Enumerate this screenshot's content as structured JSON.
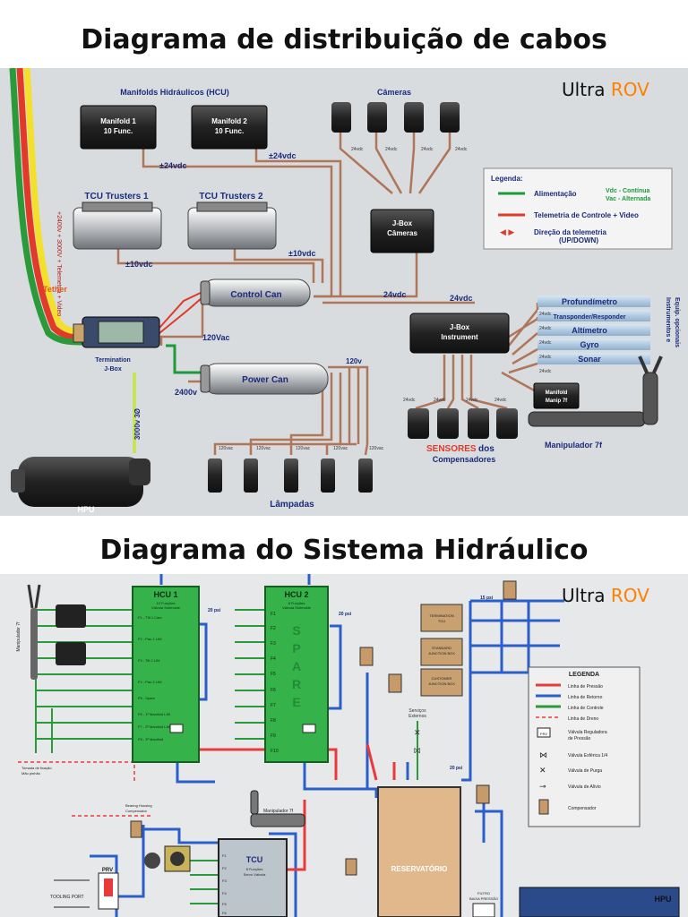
{
  "titles": {
    "cable": "Diagrama de distribuição de cabos",
    "hydraulic": "Diagrama do Sistema Hidráulico"
  },
  "brand": {
    "part1": "Ultra ",
    "part2": "ROV"
  },
  "cable": {
    "manifolds_label": "Manifolds Hidráulicos (HCU)",
    "manifold1": [
      "Manifold 1",
      "10 Func."
    ],
    "manifold2": [
      "Manifold 2",
      "10 Func."
    ],
    "cameras_label": "Câmeras",
    "tcu1": "TCU Trusters 1",
    "tcu2": "TCU Trusters 2",
    "jbox_cameras": [
      "J-Box",
      "Câmeras"
    ],
    "jbox_instrument": [
      "J-Box",
      "Instrument"
    ],
    "control_can": "Control Can",
    "power_can": "Power Can",
    "termination": [
      "Termination",
      "J-Box"
    ],
    "tether": "Tether",
    "tether_side": "+2400v + 3000V + Telemetria + Video",
    "hpu": "HPU",
    "lampadas": "Lâmpadas",
    "sensores": "SENSORES",
    "sensores_rest": " dos",
    "compensadores": "Compensadores",
    "manipulador": "Manipulador 7f",
    "manifold_manip": [
      "Manifold",
      "Manip 7f"
    ],
    "instr_side": [
      "Instrumentos e",
      "Equip. opcionais"
    ],
    "instruments": [
      "Profundímetro",
      "Transponder/Responder",
      "Altímetro",
      "Gyro",
      "Sonar"
    ],
    "v24a": "±24vdc",
    "v24b": "±24vdc",
    "v10a": "±10vdc",
    "v10b": "±10vdc",
    "v24c": "24vdc",
    "v24d": "24vdc",
    "v120": "120Vac",
    "v2400": "2400v",
    "v3000": "3000v 3Ø",
    "v120b": "120v",
    "lamp_v": [
      "120vac",
      "120vac",
      "120vac",
      "120vac",
      "120vac"
    ],
    "cam_v": [
      "24vdc",
      "24vdc",
      "24vdc",
      "24vdc"
    ],
    "sens_v": [
      "24vdc",
      "24vdc",
      "24vdc",
      "24vdc"
    ],
    "instr_v": [
      "24vdc",
      "24vdc",
      "24vdc",
      "24vdc",
      "24vdc"
    ],
    "legend": {
      "title": "Legenda:",
      "alim": "Alimentação",
      "alim_vdc": "Vdc - Contínua",
      "alim_vac": "Vac - Alternada",
      "telem": "Telemetria de Controle + Video",
      "dir": "Direção da telemetria",
      "dir2": "(UP/DOWN)"
    }
  },
  "hyd": {
    "hcu1": "HCU 1",
    "hcu1_sub": [
      "10 Funções",
      "Válvula Solenoide"
    ],
    "hcu2": "HCU 2",
    "hcu2_sub": [
      "8 Funções",
      "Válvula Solenoide"
    ],
    "spare": [
      "S",
      "P",
      "A",
      "R",
      "E"
    ],
    "hcu1_funcs": [
      "F1 - TIlt 1 Cam",
      "F2 - Pan 1 LIM",
      "F3 - Tilt 2 LIM",
      "F4 - Pan 2 LIM",
      "F5 - Spare",
      "F6 - 1º Manifold LIM",
      "F7 - 2º Manifold LIM",
      "F8 - 3º Manifold"
    ],
    "hcu2_funcs": [
      "F1",
      "F2",
      "F3",
      "F4",
      "F5",
      "F6",
      "F7",
      "F8",
      "F9",
      "F10"
    ],
    "psi1": "20 psi",
    "psi2": "20 psi",
    "psi3": "15 psi",
    "psi4": "20 psi",
    "boxes": [
      [
        "TERMINATION",
        "TCU"
      ],
      [
        "STANDARD",
        "JUNCTION BOX"
      ],
      [
        "CUSTOMER",
        "JUNCTION BOX"
      ]
    ],
    "servicos": [
      "Serviços",
      "Externos"
    ],
    "reservatorio": "RESERVATÓRIO",
    "tcu": "TCU",
    "tcu_sub": [
      "8 Funções",
      "Servo Válvula"
    ],
    "tcu_funcs": [
      "F1",
      "F2",
      "F3",
      "F4",
      "F5",
      "F6"
    ],
    "manip": "Manipulador 7f",
    "manip_side": "Manipulador 7f",
    "bearing": [
      "Bearing Housing",
      "Compensator"
    ],
    "tooling": "TOOLING PORT",
    "prv": "PRV",
    "filtro": [
      "FILTRO",
      "BAIXA PRESSÃO"
    ],
    "hpu": "HPU",
    "tomada": [
      "Tomada de fixação",
      "Mão pinhão"
    ],
    "legend": {
      "title": "LEGENDA",
      "pressao": "Linha de Pressão",
      "retorno": "Linha de Retorno",
      "controle": "Linha de Controle",
      "dreno": "Linha de Dreno",
      "prv": "PRV",
      "prv_text": [
        "Válvula Reguladora",
        "de Pressão"
      ],
      "esferica": "Válvula Esférica 1/4",
      "purga": "Válvula de Purga",
      "alivio": "Válvula de Alívio",
      "compensador": "Compensador"
    }
  },
  "colors": {
    "alimentacao": "#1e9a3c",
    "telemetria": "#e03a2a",
    "pressao": "#e83a3a",
    "retorno": "#2a5fc9",
    "controle": "#2a9a3a",
    "cable_brown": "#b0765a",
    "hcu_green": "#35b24a",
    "instr_blue": "#a9c4de",
    "brand_orange": "#ff7f00"
  }
}
